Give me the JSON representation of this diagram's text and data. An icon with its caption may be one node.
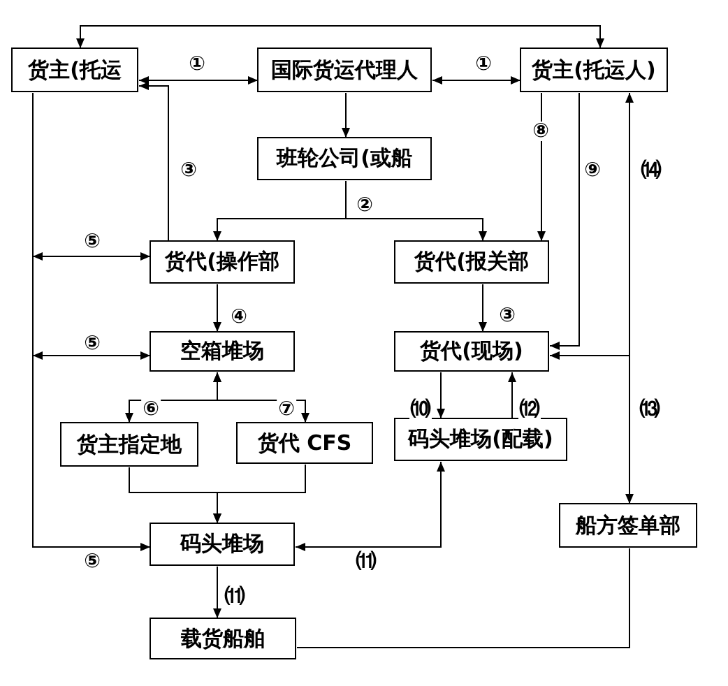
{
  "diagram": {
    "nodes": [
      {
        "text": [
          "货主(托运"
        ]
      },
      {
        "text": [
          "国际货运代理人"
        ]
      },
      {
        "text": [
          "货主(托运人)"
        ]
      },
      {
        "text": [
          "班轮公司(或船"
        ]
      },
      {
        "text": [
          "货代(操作部"
        ]
      },
      {
        "text": [
          "货代(报关部"
        ]
      },
      {
        "text": [
          "空箱堆场"
        ]
      },
      {
        "text": [
          "货代(现场)"
        ]
      },
      {
        "text": [
          "货主指定地"
        ]
      },
      {
        "text": [
          "货代 CFS"
        ]
      },
      {
        "text": [
          "码头堆场(配载)"
        ]
      },
      {
        "text": [
          "码头堆场"
        ]
      },
      {
        "text": [
          "船方签单部"
        ]
      },
      {
        "text": [
          "载货船舶"
        ]
      }
    ],
    "edges": [
      {
        "from": 0,
        "to": 2,
        "arrow": "both"
      },
      {
        "from": 0,
        "to": 1,
        "arrow": "both",
        "label": "①"
      },
      {
        "from": 1,
        "to": 2,
        "arrow": "both",
        "label": "①"
      },
      {
        "from": 1,
        "to": 3,
        "arrow": "to"
      },
      {
        "from": 3,
        "to": 4,
        "arrow": "to",
        "label": "②"
      },
      {
        "from": 3,
        "to": 5,
        "arrow": "to"
      },
      {
        "from": 4,
        "to": 0,
        "arrow": "to",
        "label": "③"
      },
      {
        "from": 0,
        "to": 4,
        "arrow": "both",
        "label": "⑤"
      },
      {
        "from": 2,
        "to": 5,
        "arrow": "to",
        "label": "⑧"
      },
      {
        "from": 2,
        "to": 7,
        "arrow": "to",
        "label": "⑨"
      },
      {
        "from": 12,
        "to": 2,
        "arrow": "to",
        "label": "⒁"
      },
      {
        "from": 5,
        "to": 7,
        "arrow": "to",
        "label": "③"
      },
      {
        "from": 4,
        "to": 6,
        "arrow": "to",
        "label": "④"
      },
      {
        "from": 0,
        "to": 6,
        "arrow": "both",
        "label": "⑤"
      },
      {
        "from": 7,
        "to": 12,
        "arrow": "both",
        "label": "⒀"
      },
      {
        "from": 6,
        "to": 8,
        "arrow": "both",
        "label": "⑥"
      },
      {
        "from": 6,
        "to": 9,
        "arrow": "both",
        "label": "⑦"
      },
      {
        "from": 7,
        "to": 10,
        "arrow": "to",
        "label": "⑽"
      },
      {
        "from": 10,
        "to": 7,
        "arrow": "to",
        "label": "⑿"
      },
      {
        "from": 8,
        "to": 11,
        "arrow": "to"
      },
      {
        "from": 9,
        "to": 11,
        "arrow": "to"
      },
      {
        "from": 0,
        "to": 11,
        "arrow": "to",
        "label": "⑤"
      },
      {
        "from": 10,
        "to": 11,
        "arrow": "both",
        "label": "⑾"
      },
      {
        "from": 11,
        "to": 13,
        "arrow": "to",
        "label": "⑾"
      },
      {
        "from": 13,
        "to": 12,
        "arrow": "none"
      }
    ]
  }
}
